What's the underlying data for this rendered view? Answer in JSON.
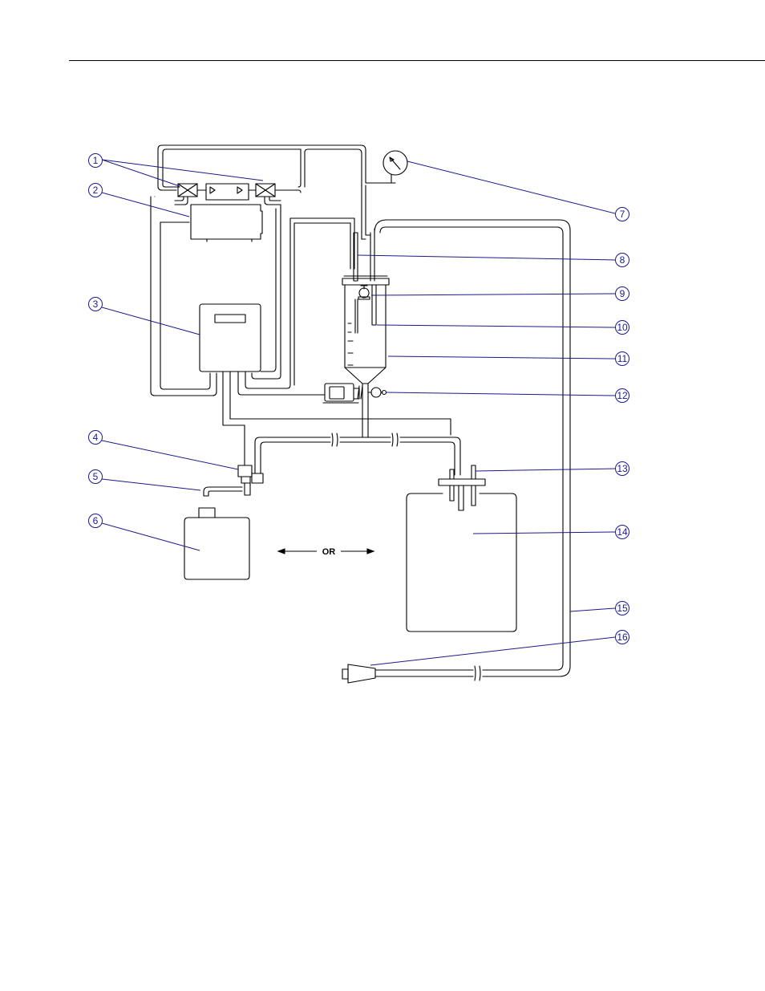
{
  "colors": {
    "callout": "#1a1a8c",
    "line": "#000000",
    "background": "#ffffff"
  },
  "callouts": {
    "c1": "1",
    "c2": "2",
    "c3": "3",
    "c4": "4",
    "c5": "5",
    "c6": "6",
    "c7": "7",
    "c8": "8",
    "c9": "9",
    "c10": "10",
    "c11": "11",
    "c12": "12",
    "c13": "13",
    "c14": "14",
    "c15": "15",
    "c16": "16"
  },
  "or_label": "OR"
}
